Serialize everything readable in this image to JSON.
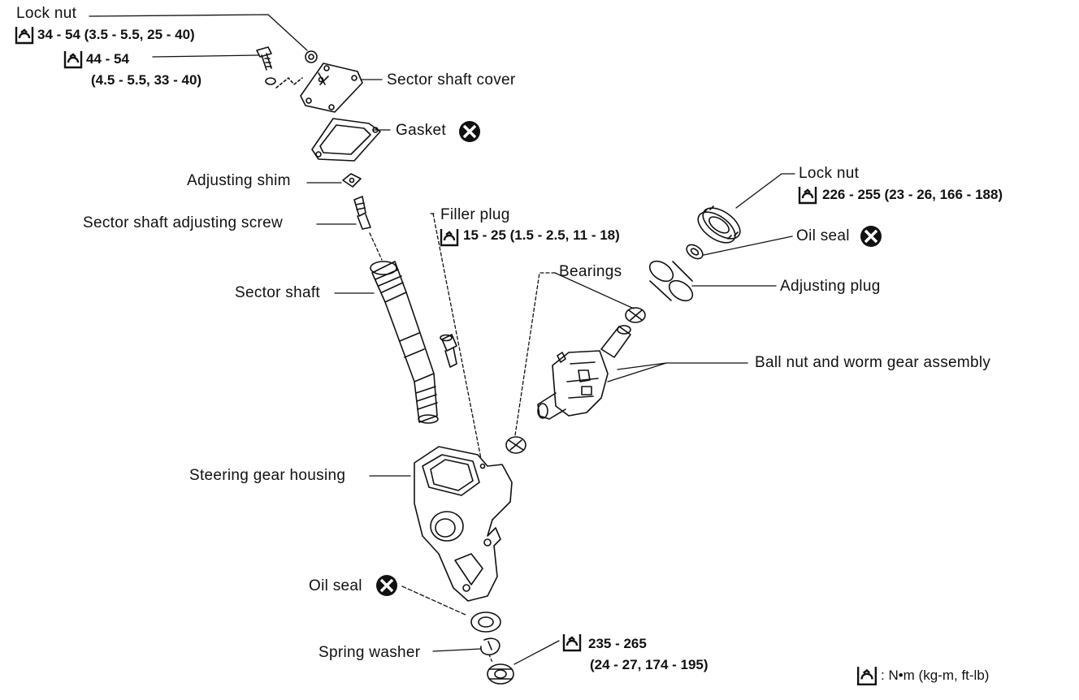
{
  "labels": {
    "lock_nut_top": "Lock nut",
    "lock_nut_top_torque": "34 - 54 (3.5 - 5.5, 25 - 40)",
    "screw_torque_1": "44 - 54",
    "screw_torque_2": "(4.5 - 5.5, 33 - 40)",
    "sector_shaft_cover": "Sector shaft cover",
    "gasket": "Gasket",
    "adjusting_shim": "Adjusting shim",
    "sector_shaft_adjusting_screw": "Sector shaft adjusting screw",
    "sector_shaft": "Sector shaft",
    "filler_plug": "Filler plug",
    "filler_plug_torque": "15 - 25 (1.5 - 2.5, 11 - 18)",
    "bearings": "Bearings",
    "lock_nut_right": "Lock nut",
    "lock_nut_right_torque": "226 - 255 (23 - 26, 166 - 188)",
    "oil_seal_right": "Oil seal",
    "adjusting_plug": "Adjusting plug",
    "ball_nut_worm_gear": "Ball nut and worm gear assembly",
    "steering_gear_housing": "Steering gear housing",
    "oil_seal_bottom": "Oil seal",
    "spring_washer": "Spring washer",
    "pitman_nut_torque_1": "235 - 265",
    "pitman_nut_torque_2": "(24 - 27, 174 - 195)",
    "legend": ": N•m (kg-m, ft-lb)"
  },
  "icons": {
    "torque": "torque-wrench-icon",
    "replace": "always-replace-icon"
  }
}
